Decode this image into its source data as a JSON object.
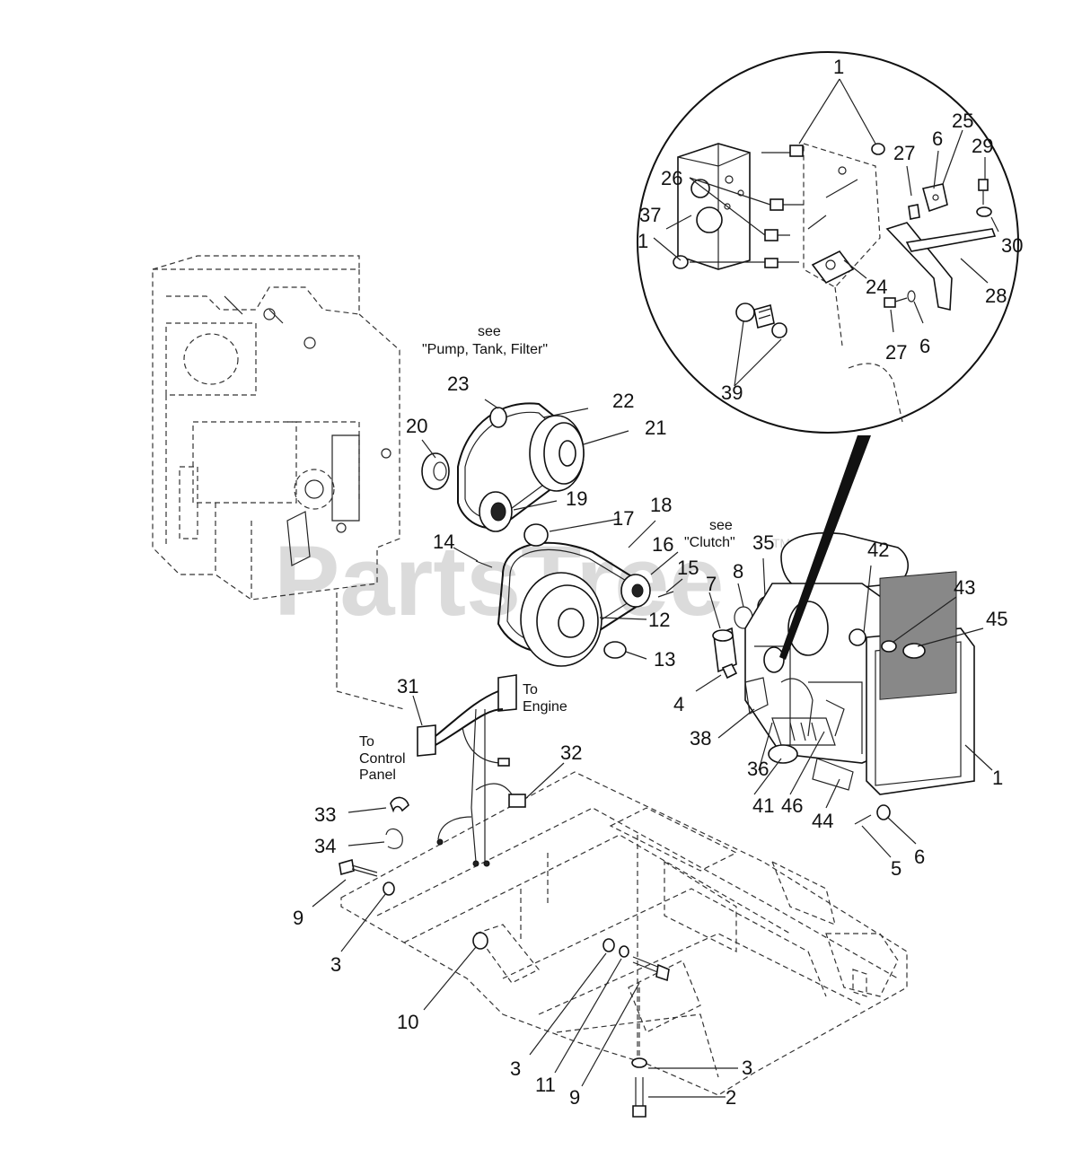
{
  "watermark": {
    "text": "PartsTree",
    "trademark": "TM"
  },
  "notes": {
    "see_pump": [
      "see",
      "\"Pump, Tank, Filter\""
    ],
    "see_clutch": [
      "see",
      "\"Clutch\""
    ],
    "to_engine": [
      "To",
      "Engine"
    ],
    "to_control_panel": [
      "To",
      "Control",
      "Panel"
    ]
  },
  "callouts": {
    "c1_top": "1",
    "c1_left": "1",
    "c1_right": "1",
    "c2": "2",
    "c3_a": "3",
    "c3_b": "3",
    "c3_c": "3",
    "c4": "4",
    "c5": "5",
    "c6_a": "6",
    "c6_b": "6",
    "c6_c": "6",
    "c7": "7",
    "c8": "8",
    "c9_a": "9",
    "c9_b": "9",
    "c10": "10",
    "c11": "11",
    "c12": "12",
    "c13": "13",
    "c14": "14",
    "c15": "15",
    "c16": "16",
    "c17": "17",
    "c18": "18",
    "c19": "19",
    "c20": "20",
    "c21": "21",
    "c22": "22",
    "c23": "23",
    "c24": "24",
    "c25": "25",
    "c26": "26",
    "c27_a": "27",
    "c27_b": "27",
    "c28": "28",
    "c29": "29",
    "c30": "30",
    "c31": "31",
    "c32": "32",
    "c33": "33",
    "c34": "34",
    "c35": "35",
    "c36": "36",
    "c37": "37",
    "c38": "38",
    "c39": "39",
    "c41": "41",
    "c42": "42",
    "c43": "43",
    "c44": "44",
    "c45": "45",
    "c46": "46"
  }
}
